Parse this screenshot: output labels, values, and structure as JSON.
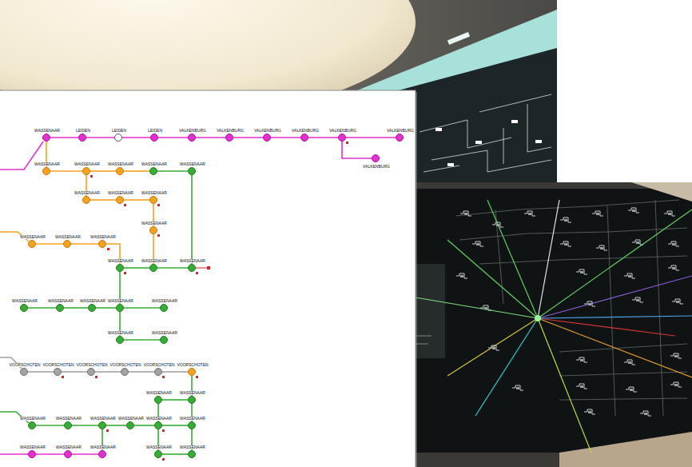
{
  "diagram": {
    "nodes": [
      {
        "text": [
          "WASSENAAR"
        ]
      },
      {
        "text": [
          "LEIDEN"
        ]
      },
      {
        "text": [
          "LEIDEN"
        ]
      },
      {
        "text": [
          "LEIDEN"
        ]
      },
      {
        "text": [
          "VALKENBURG"
        ]
      },
      {
        "text": [
          "VALKENBURG"
        ]
      },
      {
        "text": [
          "VALKENBURG"
        ]
      },
      {
        "text": [
          "VALKENBURG"
        ]
      },
      {
        "text": [
          "VALKENBURG"
        ]
      },
      {
        "text": [
          "VALKENBURG"
        ]
      },
      {
        "text": [
          "VALKENBURG"
        ]
      },
      {
        "text": [
          "WASSENAAR"
        ]
      },
      {
        "text": [
          "WASSENAAR"
        ]
      },
      {
        "text": [
          "WASSENAAR"
        ]
      },
      {
        "text": [
          "WASSENAAR"
        ]
      },
      {
        "text": [
          "WASSENAAR"
        ]
      },
      {
        "text": [
          "WASSENAAR"
        ]
      },
      {
        "text": [
          "WASSENAAR"
        ]
      },
      {
        "text": [
          "WASSENAAR"
        ]
      },
      {
        "text": [
          "WASSENAAR"
        ]
      },
      {
        "text": [
          "WASSENAAR"
        ]
      },
      {
        "text": [
          "WASSENAAR"
        ]
      },
      {
        "text": [
          "WASSENAAR"
        ]
      },
      {
        "text": [
          "WASSENAAR"
        ]
      },
      {
        "text": [
          "WASSENAAR"
        ]
      },
      {
        "text": [
          "WASSENAAR"
        ]
      },
      {
        "text": [
          "WASSENAAR"
        ]
      },
      {
        "text": [
          "WASSENAAR"
        ]
      },
      {
        "text": [
          "WASSENAAR"
        ]
      },
      {
        "text": [
          "WASSENAAR"
        ]
      },
      {
        "text": [
          "WASSENAAR"
        ]
      },
      {
        "text": [
          "WASSENAAR"
        ]
      },
      {
        "text": [
          "WASSENAAR"
        ]
      },
      {
        "text": [
          "VOORSCHOTEN"
        ]
      },
      {
        "text": [
          "VOORSCHOTEN"
        ]
      },
      {
        "text": [
          "VOORSCHOTEN"
        ]
      },
      {
        "text": [
          "VOORSCHOTEN"
        ]
      },
      {
        "text": [
          "VOORSCHOTEN"
        ]
      },
      {
        "text": [
          "VOORSCHOTEN"
        ]
      },
      {
        "text": [
          "WASSENAAR"
        ]
      },
      {
        "text": [
          "WASSENAAR"
        ]
      },
      {
        "text": [
          "WASSENAAR"
        ]
      },
      {
        "text": [
          "WASSENAAR"
        ]
      },
      {
        "text": [
          "WASSENAAR"
        ]
      },
      {
        "text": [
          "WASSENAAR"
        ]
      },
      {
        "text": [
          "WASSENAAR"
        ]
      },
      {
        "text": [
          "WASSENAAR"
        ]
      },
      {
        "text": [
          "WASSENAAR"
        ]
      },
      {
        "text": [
          "WASSENAAR"
        ]
      },
      {
        "text": [
          "WASSENAAR"
        ]
      },
      {
        "text": [
          "WASSENAAR"
        ]
      },
      {
        "text": [
          "WASSENAAR"
        ]
      }
    ],
    "edges": [
      {
        "from": 0,
        "to": 1,
        "arrow": "none"
      },
      {
        "from": 1,
        "to": 2,
        "arrow": "none"
      },
      {
        "from": 2,
        "to": 3,
        "arrow": "none"
      },
      {
        "from": 3,
        "to": 4,
        "arrow": "none"
      },
      {
        "from": 4,
        "to": 5,
        "arrow": "none"
      },
      {
        "from": 5,
        "to": 6,
        "arrow": "none"
      },
      {
        "from": 6,
        "to": 7,
        "arrow": "none"
      },
      {
        "from": 7,
        "to": 8,
        "arrow": "none"
      },
      {
        "from": 8,
        "to": 9,
        "arrow": "none"
      },
      {
        "from": 8,
        "to": 10,
        "arrow": "none"
      },
      {
        "from": 0,
        "to": 11,
        "arrow": "none"
      },
      {
        "from": 11,
        "to": 12,
        "arrow": "none"
      },
      {
        "from": 12,
        "to": 13,
        "arrow": "none"
      },
      {
        "from": 13,
        "to": 14,
        "arrow": "none"
      },
      {
        "from": 14,
        "to": 15,
        "arrow": "none"
      },
      {
        "from": 12,
        "to": 16,
        "arrow": "none"
      },
      {
        "from": 16,
        "to": 17,
        "arrow": "none"
      },
      {
        "from": 17,
        "to": 18,
        "arrow": "none"
      },
      {
        "from": 18,
        "to": 19,
        "arrow": "none"
      },
      {
        "from": 20,
        "to": 21,
        "arrow": "none"
      },
      {
        "from": 21,
        "to": 22,
        "arrow": "none"
      },
      {
        "from": 22,
        "to": 23,
        "arrow": "none"
      },
      {
        "from": 19,
        "to": 24,
        "arrow": "none"
      },
      {
        "from": 23,
        "to": 24,
        "arrow": "none"
      },
      {
        "from": 24,
        "to": 25,
        "arrow": "none"
      },
      {
        "from": 15,
        "to": 25,
        "arrow": "none"
      },
      {
        "from": 23,
        "to": 29,
        "arrow": "none"
      },
      {
        "from": 26,
        "to": 27,
        "arrow": "none"
      },
      {
        "from": 27,
        "to": 28,
        "arrow": "none"
      },
      {
        "from": 28,
        "to": 29,
        "arrow": "none"
      },
      {
        "from": 29,
        "to": 30,
        "arrow": "none"
      },
      {
        "from": 29,
        "to": 31,
        "arrow": "none"
      },
      {
        "from": 31,
        "to": 32,
        "arrow": "none"
      },
      {
        "from": 33,
        "to": 34,
        "arrow": "none"
      },
      {
        "from": 34,
        "to": 35,
        "arrow": "none"
      },
      {
        "from": 35,
        "to": 36,
        "arrow": "none"
      },
      {
        "from": 36,
        "to": 37,
        "arrow": "none"
      },
      {
        "from": 37,
        "to": 38,
        "arrow": "none"
      },
      {
        "from": 38,
        "to": 40,
        "arrow": "none"
      },
      {
        "from": 39,
        "to": 40,
        "arrow": "none"
      },
      {
        "from": 39,
        "to": 45,
        "arrow": "none"
      },
      {
        "from": 41,
        "to": 42,
        "arrow": "none"
      },
      {
        "from": 42,
        "to": 43,
        "arrow": "none"
      },
      {
        "from": 43,
        "to": 44,
        "arrow": "none"
      },
      {
        "from": 44,
        "to": 45,
        "arrow": "none"
      },
      {
        "from": 45,
        "to": 46,
        "arrow": "none"
      },
      {
        "from": 40,
        "to": 46,
        "arrow": "none"
      },
      {
        "from": 47,
        "to": 48,
        "arrow": "none"
      },
      {
        "from": 48,
        "to": 49,
        "arrow": "none"
      },
      {
        "from": 43,
        "to": 49,
        "arrow": "none"
      },
      {
        "from": 45,
        "to": 50,
        "arrow": "none"
      },
      {
        "from": 50,
        "to": 51,
        "arrow": "none"
      },
      {
        "from": 46,
        "to": 51,
        "arrow": "none"
      }
    ]
  }
}
